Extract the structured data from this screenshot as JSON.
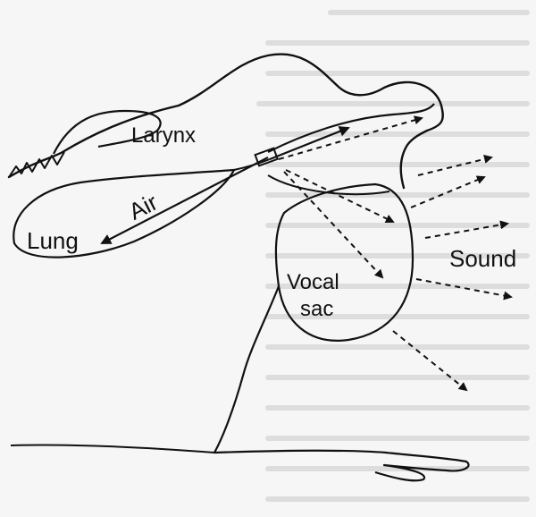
{
  "labels": {
    "larynx": "Larynx",
    "air": "Air",
    "lung": "Lung",
    "sound": "Sound",
    "vocal": "Vocal",
    "sac": "sac"
  },
  "colors": {
    "ink": "#111111",
    "background_text": "#bdbdbd"
  }
}
